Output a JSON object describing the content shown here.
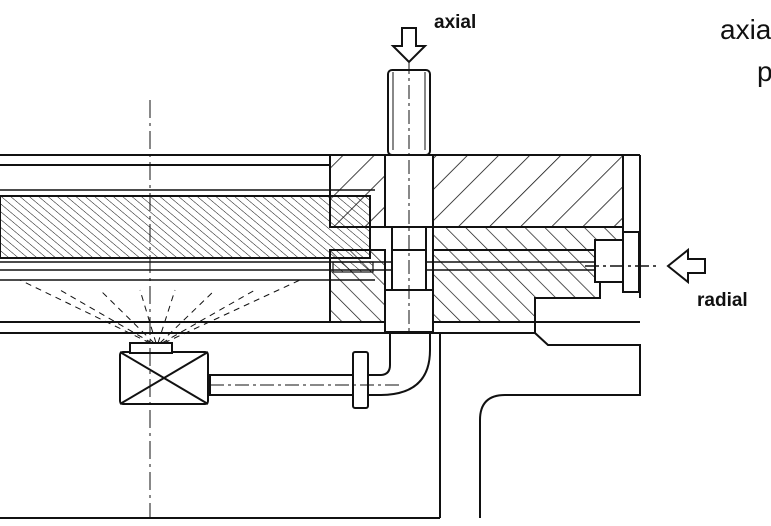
{
  "labels": {
    "axial": "axial",
    "radial": "radial",
    "side_text_1": "axia",
    "side_text_2": "p"
  },
  "colors": {
    "line": "#111111",
    "background": "#ffffff"
  },
  "icons": {
    "axial_arrow": "arrow-down-icon",
    "radial_arrow": "arrow-left-icon"
  }
}
